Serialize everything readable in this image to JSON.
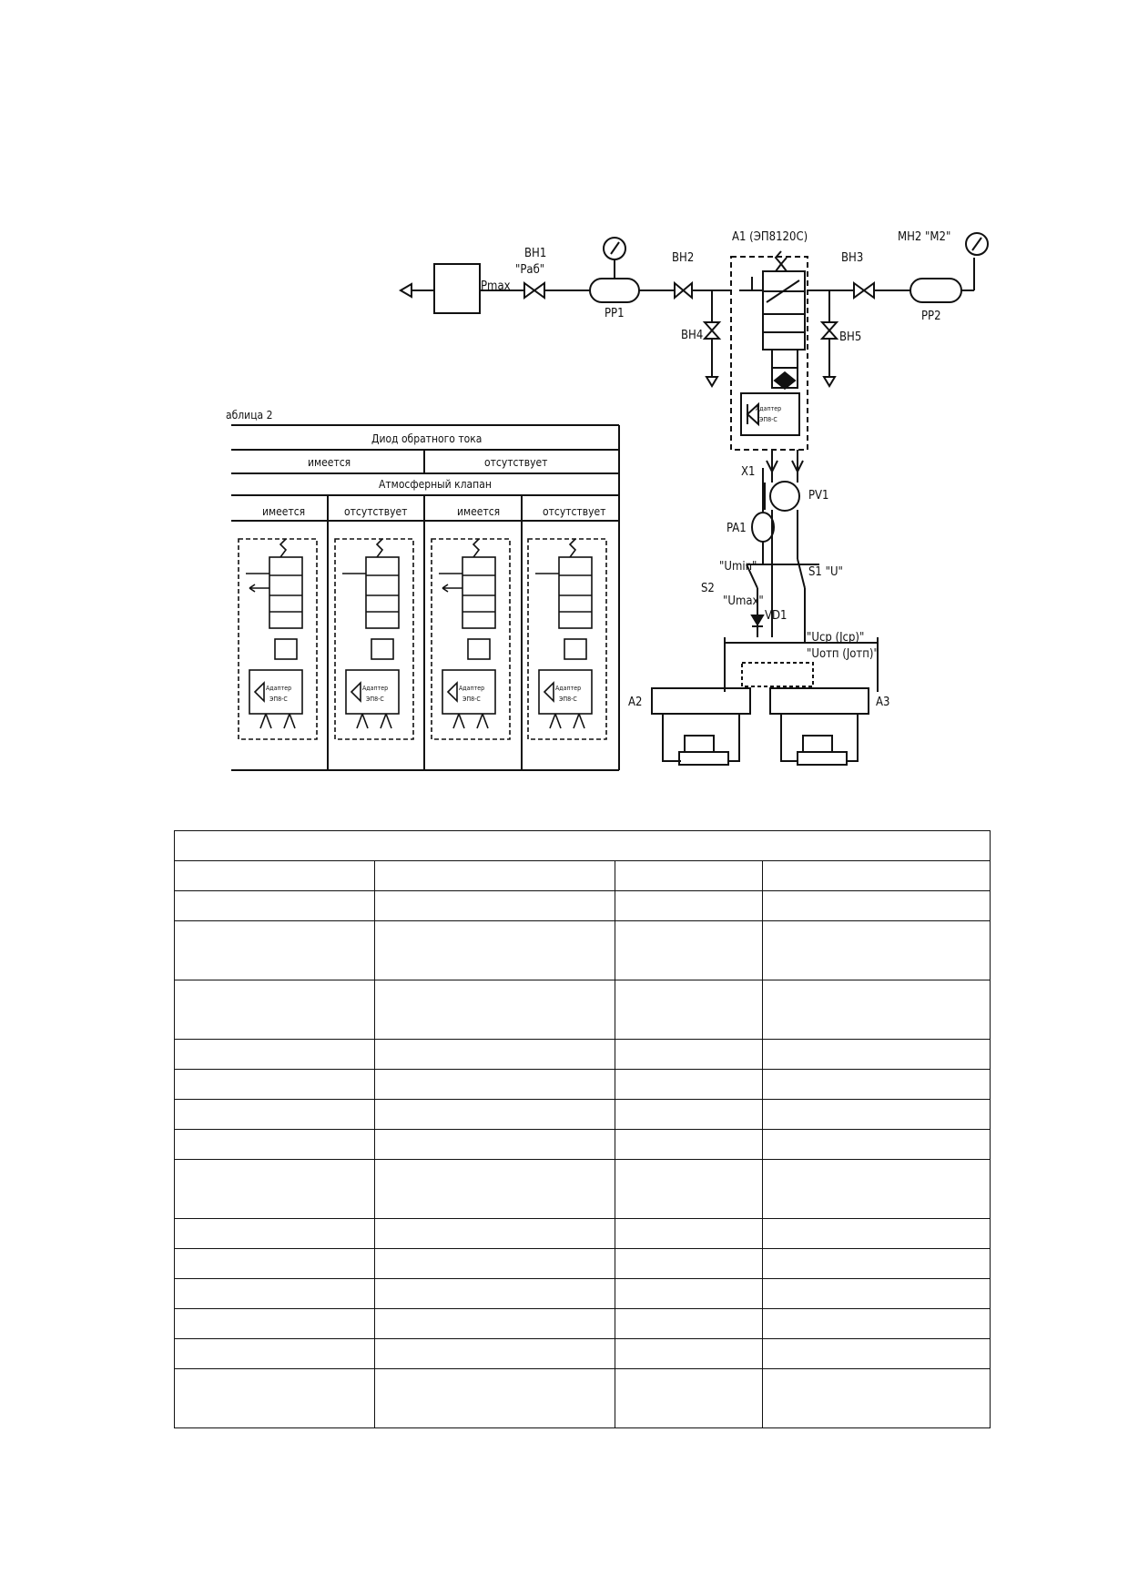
{
  "schematic": {
    "labels": {
      "pmax": "Pmax",
      "vn1": "ВН1",
      "pab": "\"Раб\"",
      "rr1": "РР1",
      "vn2": "ВН2",
      "vn4": "ВН4",
      "a1": "А1 (ЭП8120С)",
      "vn3": "ВН3",
      "vn5": "ВН5",
      "mn2": "МН2 \"М2\"",
      "rr2": "РР2",
      "x1": "X1",
      "pv1": "PV1",
      "pa1": "PA1",
      "s2": "S2",
      "s1": "S1 \"U\"",
      "umin": "\"Umin\"",
      "umax": "\"Umax\"",
      "vd1": "VD1",
      "ucp": "\"Ucp (Jcp)\"",
      "uotn": "\"Uотп (Jотп)\"",
      "a2": "A2",
      "a3": "A3",
      "adapter": "Адаптер",
      "adapter_sub": "ЭП8-С"
    },
    "table2": {
      "caption": "аблица 2",
      "header_top": "Диод обратного тока",
      "header_mid_left": "имеется",
      "header_mid_right": "отсутствует",
      "header_valve": "Атмосферный клапан",
      "columns": [
        "имеется",
        "отсутствует",
        "имеется",
        "отсутствует"
      ],
      "adapter_label": "Адаптер",
      "adapter_sub": "ЭП8-С"
    }
  },
  "empty_table": {
    "columns": 4,
    "row_heights": [
      "normal",
      "normal",
      "tall",
      "tall",
      "normal",
      "normal",
      "normal",
      "normal",
      "tall",
      "normal",
      "normal",
      "normal",
      "normal",
      "normal",
      "tall"
    ]
  }
}
